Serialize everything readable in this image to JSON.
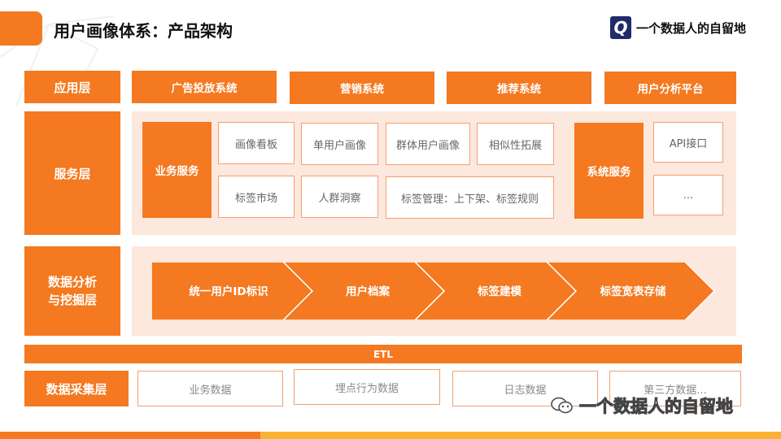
{
  "header": {
    "title": "用户画像体系：产品架构",
    "brand": "一个数据人的自留地",
    "logo_letter": "Q"
  },
  "layers": {
    "app": "应用层",
    "service": "服务层",
    "analysis_line1": "数据分析",
    "analysis_line2": "与挖掘层",
    "collect": "数据采集层"
  },
  "app_systems": [
    "广告投放系统",
    "营销系统",
    "推荐系统",
    "用户分析平台"
  ],
  "service": {
    "business_group": "业务服务",
    "business_items": [
      "画像看板",
      "单用户画像",
      "群体用户画像",
      "相似性拓展",
      "标签市场",
      "人群洞察",
      "标签管理：上下架、标签规则"
    ],
    "system_group": "系统服务",
    "system_items": [
      "API接口",
      "..."
    ]
  },
  "pipeline": [
    "统一用户ID标识",
    "用户档案",
    "标签建模",
    "标签宽表存储"
  ],
  "etl": "ETL",
  "sources": [
    "业务数据",
    "埋点行为数据",
    "日志数据",
    "第三方数据..."
  ],
  "watermark": "一个数据人的自留地",
  "colors": {
    "accent": "#f47920",
    "light_fill": "#fde8dd",
    "footer_yellow": "#f9b233"
  }
}
